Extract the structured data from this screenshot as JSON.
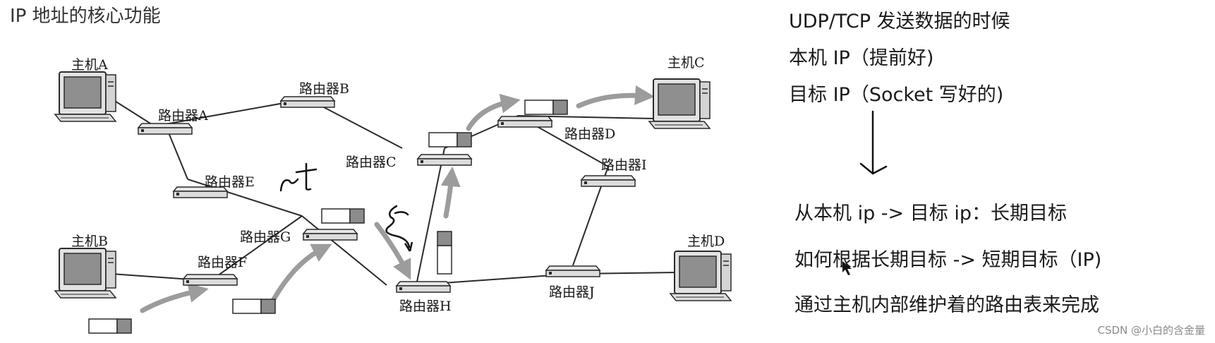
{
  "slide_title": "IP 地址的核心功能",
  "diagram": {
    "hosts": {
      "a": "主机A",
      "b": "主机B",
      "c": "主机C",
      "d": "主机D"
    },
    "routers": {
      "a": "路由器A",
      "b": "路由器B",
      "c": "路由器C",
      "d": "路由器D",
      "e": "路由器E",
      "f": "路由器F",
      "g": "路由器G",
      "h": "路由器H",
      "i": "路由器I",
      "j": "路由器J"
    },
    "link_color": "#2b2b2b",
    "path_arrow_color": "#9c9c9c",
    "packet_tail_color": "#8c8c8c"
  },
  "notes": {
    "line1": "UDP/TCP 发送数据的时候",
    "line2": "本机 IP（提前好)",
    "line3": "目标 IP（Socket 写好的)",
    "line4": "从本机 ip -> 目标 ip：长期目标",
    "line5": "如何根据长期目标 -> 短期目标（IP)",
    "line6": "通过主机内部维护着的路由表来完成"
  },
  "watermark": "CSDN @小白的含金量"
}
